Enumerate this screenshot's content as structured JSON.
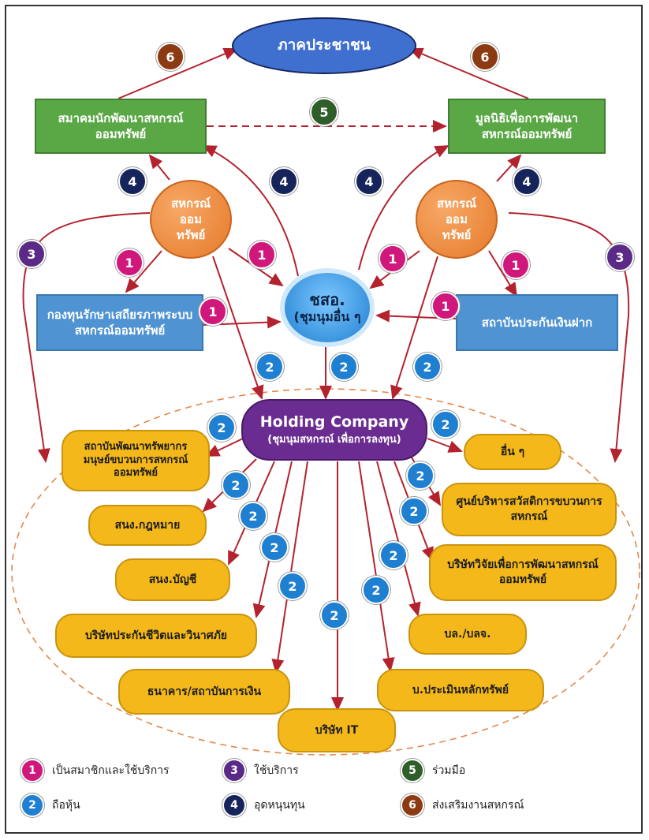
{
  "nodes": {
    "public_sector": "ภาคประชาชน",
    "association": "สมาคมนักพัฒนาสหกรณ์ออมทรัพย์",
    "foundation": "มูลนิธิเพื่อการพัฒนาสหกรณ์ออมทรัพย์",
    "coop_left": "สหกรณ์ออมทรัพย์",
    "coop_right": "สหกรณ์ออมทรัพย์",
    "center_1": "ชสอ.",
    "center_2": "(ชุมนุมอื่น ๆ",
    "stability_fund": "กองทุนรักษาเสถียรภาพระบบสหกรณ์ออมทรัพย์",
    "deposit_institute": "สถาบันประกันเงินฝาก",
    "holding_title": "Holding Company",
    "holding_sub": "(ชุมนุมสหกรณ์ เพื่อการลงทุน)",
    "hr_institute": "สถาบันพัฒนาทรัพยากรมนุษย์ขบวนการสหกรณ์ออมทรัพย์",
    "legal_office": "สนง.กฎหมาย",
    "accounting_office": "สนง.บัญชี",
    "insurance_company": "บริษัทประกันชีวิตและวินาศภัย",
    "bank": "ธนาคาร/สถาบันการเงิน",
    "it_company": "บริษัท IT",
    "others": "อื่น ๆ",
    "welfare_center": "ศูนย์บริหารสวัสดิการขบวนการสหกรณ์",
    "research_company": "บริษัทวิจัยเพื่อการพัฒนาสหกรณ์ออมทรัพย์",
    "asset_mgmt": "บล./บลจ.",
    "securities_rating": "บ.ประเมินหลักทรัพย์"
  },
  "badge_numbers": [
    "1",
    "2",
    "3",
    "4",
    "5",
    "6"
  ],
  "legend": [
    {
      "num": "1",
      "label": "เป็นสมาชิกและใช้บริการ",
      "color": "#d0187c"
    },
    {
      "num": "2",
      "label": "ถือหุ้น",
      "color": "#1f7fd0"
    },
    {
      "num": "3",
      "label": "ใช้บริการ",
      "color": "#5b2a86"
    },
    {
      "num": "4",
      "label": "อุดหนุนทุน",
      "color": "#16245c"
    },
    {
      "num": "5",
      "label": "ร่วมมือ",
      "color": "#2f5e2a"
    },
    {
      "num": "6",
      "label": "ส่งเสริมงานสหกรณ์",
      "color": "#8b3a12"
    }
  ],
  "colors": {
    "arrow": "#b3232e",
    "dashed_boundary": "#e3884a",
    "public_fill": "#3f6fcf",
    "center_fill": "#2a8fe0",
    "holding_fill": "#6a2c91"
  }
}
